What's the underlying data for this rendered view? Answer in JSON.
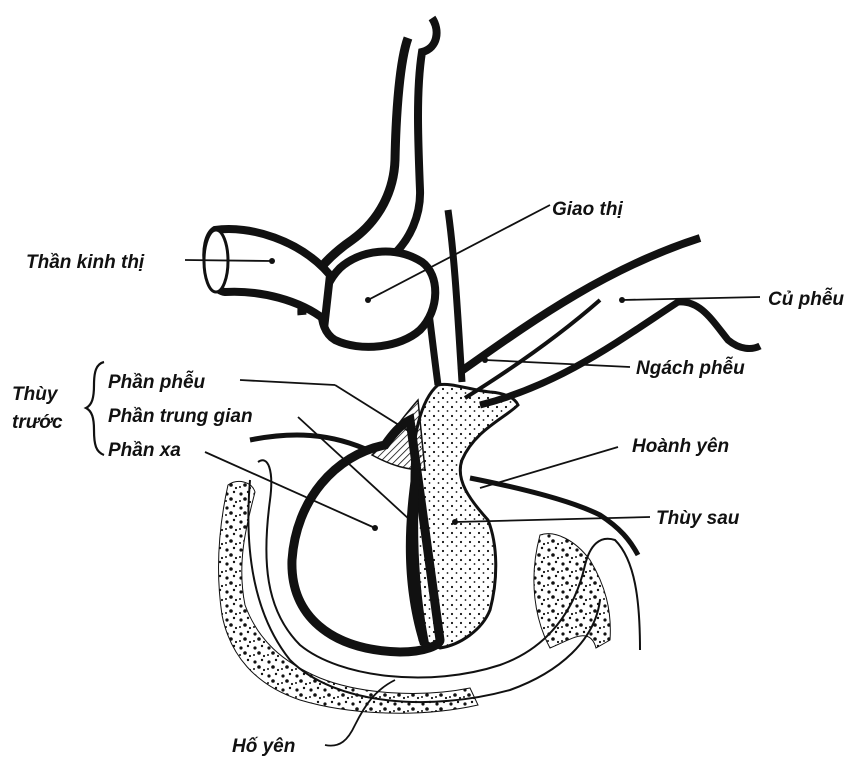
{
  "labels": {
    "giao_thi": "Giao thị",
    "than_kinh_thi": "Thần kinh thị",
    "cu_pheu": "Củ phễu",
    "ngach_pheu": "Ngách phễu",
    "thuy_line1": "Thùy",
    "thuy_line2": "trước",
    "phan_pheu": "Phần phễu",
    "phan_trung_gian": "Phần trung gian",
    "phan_xa": "Phần xa",
    "hoanh_yen": "Hoành yên",
    "thuy_sau": "Thùy sau",
    "ho_yen": "Hố yên"
  },
  "colors": {
    "ink": "#111111",
    "background": "#ffffff"
  }
}
